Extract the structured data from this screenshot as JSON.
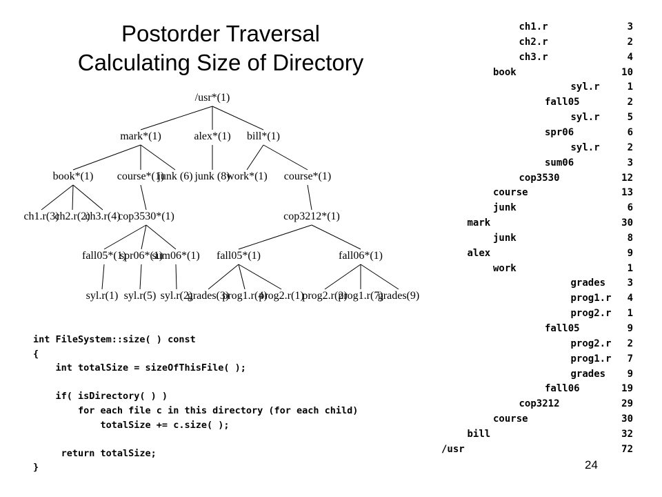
{
  "slide": {
    "title_line1": "Postorder Traversal",
    "title_line2": "Calculating Size of Directory",
    "page_number": "24"
  },
  "tree": {
    "nodes": [
      {
        "id": "usr",
        "label": "/usr*(1)"
      },
      {
        "id": "mark",
        "label": "mark*(1)"
      },
      {
        "id": "alex",
        "label": "alex*(1)"
      },
      {
        "id": "bill",
        "label": "bill*(1)"
      },
      {
        "id": "book",
        "label": "book*(1)"
      },
      {
        "id": "course_mark",
        "label": "course*(1)"
      },
      {
        "id": "junk_mark",
        "label": "junk (6)"
      },
      {
        "id": "junk_alex",
        "label": "junk (8)"
      },
      {
        "id": "work",
        "label": "work*(1)"
      },
      {
        "id": "course_bill",
        "label": "course*(1)"
      },
      {
        "id": "ch1",
        "label": "ch1.r(3)"
      },
      {
        "id": "ch2",
        "label": "ch2.r(2)"
      },
      {
        "id": "ch3",
        "label": "ch3.r(4)"
      },
      {
        "id": "cop3530",
        "label": "cop3530*(1)"
      },
      {
        "id": "cop3212",
        "label": "cop3212*(1)"
      },
      {
        "id": "fall05a",
        "label": "fall05*(1)"
      },
      {
        "id": "spr06",
        "label": "spr06*(1)"
      },
      {
        "id": "sum06",
        "label": "sum06*(1)"
      },
      {
        "id": "fall05b",
        "label": "fall05*(1)"
      },
      {
        "id": "fall06",
        "label": "fall06*(1)"
      },
      {
        "id": "syl1",
        "label": "syl.r(1)"
      },
      {
        "id": "syl5",
        "label": "syl.r(5)"
      },
      {
        "id": "syl2",
        "label": "syl.r(2)"
      },
      {
        "id": "grades3",
        "label": "grades(3)"
      },
      {
        "id": "prog1_4",
        "label": "prog1.r(4)"
      },
      {
        "id": "prog2_1",
        "label": "prog2.r(1)"
      },
      {
        "id": "prog2_2",
        "label": "prog2.r(2)"
      },
      {
        "id": "prog1_7",
        "label": "prog1.r(7)"
      },
      {
        "id": "grades9",
        "label": "grades(9)"
      }
    ],
    "edges": [
      [
        "usr",
        "mark"
      ],
      [
        "usr",
        "alex"
      ],
      [
        "usr",
        "bill"
      ],
      [
        "mark",
        "book"
      ],
      [
        "mark",
        "course_mark"
      ],
      [
        "mark",
        "junk_mark"
      ],
      [
        "alex",
        "junk_alex"
      ],
      [
        "bill",
        "work"
      ],
      [
        "bill",
        "course_bill"
      ],
      [
        "book",
        "ch1"
      ],
      [
        "book",
        "ch2"
      ],
      [
        "book",
        "ch3"
      ],
      [
        "course_mark",
        "cop3530"
      ],
      [
        "course_bill",
        "cop3212"
      ],
      [
        "cop3530",
        "fall05a"
      ],
      [
        "cop3530",
        "spr06"
      ],
      [
        "cop3530",
        "sum06"
      ],
      [
        "cop3212",
        "fall05b"
      ],
      [
        "cop3212",
        "fall06"
      ],
      [
        "fall05a",
        "syl1"
      ],
      [
        "spr06",
        "syl5"
      ],
      [
        "sum06",
        "syl2"
      ],
      [
        "fall05b",
        "grades3"
      ],
      [
        "fall05b",
        "prog1_4"
      ],
      [
        "fall05b",
        "prog2_1"
      ],
      [
        "fall06",
        "prog2_2"
      ],
      [
        "fall06",
        "prog1_7"
      ],
      [
        "fall06",
        "grades9"
      ]
    ]
  },
  "code": {
    "lines": [
      "int FileSystem::size( ) const",
      "{",
      "    int totalSize = sizeOfThisFile( );",
      "",
      "    if( isDirectory( ) )",
      "        for each file c in this directory (for each child)",
      "            totalSize += c.size( );",
      "",
      "     return totalSize;",
      "}"
    ]
  },
  "listing": {
    "rows": [
      {
        "name": "ch1.r",
        "depth": 3,
        "size": "3"
      },
      {
        "name": "ch2.r",
        "depth": 3,
        "size": "2"
      },
      {
        "name": "ch3.r",
        "depth": 3,
        "size": "4"
      },
      {
        "name": "book",
        "depth": 2,
        "size": "10"
      },
      {
        "name": "syl.r",
        "depth": 5,
        "size": "1"
      },
      {
        "name": "fall05",
        "depth": 4,
        "size": "2"
      },
      {
        "name": "syl.r",
        "depth": 5,
        "size": "5"
      },
      {
        "name": "spr06",
        "depth": 4,
        "size": "6"
      },
      {
        "name": "syl.r",
        "depth": 5,
        "size": "2"
      },
      {
        "name": "sum06",
        "depth": 4,
        "size": "3"
      },
      {
        "name": "cop3530",
        "depth": 3,
        "size": "12"
      },
      {
        "name": "course",
        "depth": 2,
        "size": "13"
      },
      {
        "name": "junk",
        "depth": 2,
        "size": "6"
      },
      {
        "name": "mark",
        "depth": 1,
        "size": "30"
      },
      {
        "name": "junk",
        "depth": 2,
        "size": "8"
      },
      {
        "name": "alex",
        "depth": 1,
        "size": "9"
      },
      {
        "name": "work",
        "depth": 2,
        "size": "1"
      },
      {
        "name": "grades",
        "depth": 5,
        "size": "3"
      },
      {
        "name": "prog1.r",
        "depth": 5,
        "size": "4"
      },
      {
        "name": "prog2.r",
        "depth": 5,
        "size": "1"
      },
      {
        "name": "fall05",
        "depth": 4,
        "size": "9"
      },
      {
        "name": "prog2.r",
        "depth": 5,
        "size": "2"
      },
      {
        "name": "prog1.r",
        "depth": 5,
        "size": "7"
      },
      {
        "name": "grades",
        "depth": 5,
        "size": "9"
      },
      {
        "name": "fall06",
        "depth": 4,
        "size": "19"
      },
      {
        "name": "cop3212",
        "depth": 3,
        "size": "29"
      },
      {
        "name": "course",
        "depth": 2,
        "size": "30"
      },
      {
        "name": "bill",
        "depth": 1,
        "size": "32"
      },
      {
        "name": "/usr",
        "depth": 0,
        "size": "72"
      }
    ]
  }
}
